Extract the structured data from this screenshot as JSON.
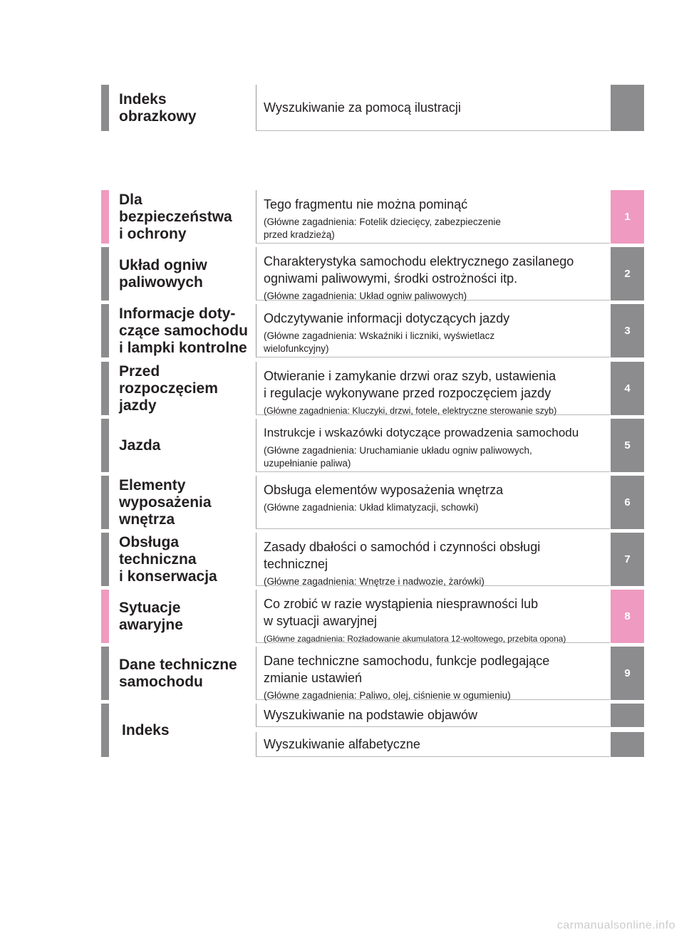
{
  "header_row": {
    "title": "Indeks\nobrazkowy",
    "desc": "Wyszukiwanie za pomocą ilustracji"
  },
  "sections": [
    {
      "title": "Dla\nbezpieczeństwa\ni ochrony",
      "main": "Tego fragmentu nie można pominąć",
      "sub": "(Główne zagadnienia: Fotelik dziecięcy, zabezpieczenie\nprzed kradzieżą)",
      "num": "1",
      "color": "pink"
    },
    {
      "title": "Układ ogniw\npaliwowych",
      "main": "Charakterystyka samochodu elektrycznego zasilanego\nogniwami paliwowymi, środki ostrożności itp.",
      "sub": "(Główne zagadnienia: Układ ogniw paliwowych)",
      "num": "2",
      "color": "gray"
    },
    {
      "title": "Informacje doty-\nczące samochodu\ni lampki kontrolne",
      "main": "Odczytywanie informacji dotyczących jazdy",
      "sub": "(Główne zagadnienia: Wskaźniki i liczniki, wyświetlacz\nwielofunkcyjny)",
      "num": "3",
      "color": "gray"
    },
    {
      "title": "Przed\nrozpoczęciem\njazdy",
      "main": "Otwieranie i zamykanie drzwi oraz szyb, ustawienia\ni regulacje wykonywane przed rozpoczęciem jazdy",
      "sub": "(Główne zagadnienia: Kluczyki, drzwi, fotele, elektryczne sterowanie szyb)",
      "num": "4",
      "color": "gray"
    },
    {
      "title": "Jazda",
      "main": "Instrukcje i wskazówki dotyczące prowadzenia samochodu",
      "sub": "(Główne zagadnienia: Uruchamianie układu ogniw paliwowych,\nuzupełnianie paliwa)",
      "num": "5",
      "color": "gray"
    },
    {
      "title": "Elementy\nwyposażenia\nwnętrza",
      "main": "Obsługa elementów wyposażenia wnętrza",
      "sub": "(Główne zagadnienia: Układ klimatyzacji, schowki)",
      "num": "6",
      "color": "gray"
    },
    {
      "title": "Obsługa\ntechniczna\ni konserwacja",
      "main": "Zasady dbałości o samochód i czynności obsługi\ntechnicznej",
      "sub": "(Główne zagadnienia: Wnętrze i nadwozie, żarówki)",
      "num": "7",
      "color": "gray"
    },
    {
      "title": "Sytuacje\nawaryjne",
      "main": "Co zrobić w razie wystąpienia niesprawności lub\nw sytuacji awaryjnej",
      "sub": "(Główne zagadnienia: Rozładowanie akumulatora 12-woltowego, przebita opona)",
      "num": "8",
      "color": "pink"
    },
    {
      "title": "Dane techniczne\nsamochodu",
      "main": "Dane techniczne samochodu, funkcje podlegające\nzmianie ustawień",
      "sub": "(Główne zagadnienia: Paliwo, olej, ciśnienie w ogumieniu)",
      "num": "9",
      "color": "gray"
    }
  ],
  "index_row": {
    "title": "Indeks",
    "item1": "Wyszukiwanie na podstawie objawów",
    "item2": "Wyszukiwanie alfabetyczne"
  },
  "footer": "carmanualsonline.info",
  "colors": {
    "gray": "#8c8c8e",
    "pink": "#ef9ac0"
  }
}
